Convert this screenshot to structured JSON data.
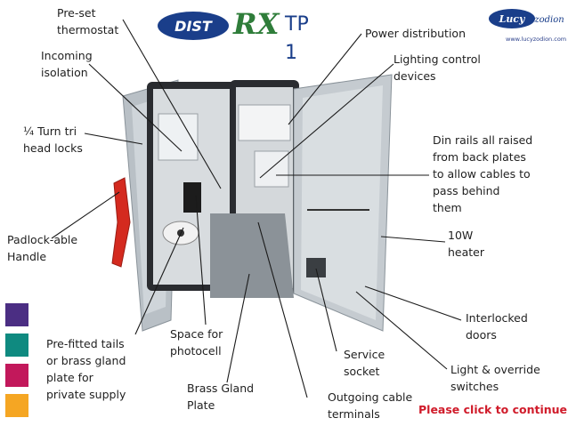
{
  "header": {
    "logo_dist": "DIST",
    "logo_rx": "RX",
    "logo_tp": "TP\n1",
    "brand_lucy": "Lucy",
    "brand_zodion": "zodion",
    "brand_url": "www.lucyzodion.com"
  },
  "labels": {
    "preset_thermostat": "Pre-set\nthermostat",
    "incoming_isolation": "Incoming\nisolation",
    "turn_tri_locks": "¼ Turn tri\nhead locks",
    "padlock_handle": "Padlock-able\nHandle",
    "pre_fitted_tails": "Pre-fitted tails\nor brass gland\nplate for\nprivate supply",
    "space_photocell": "Space for\nphotocell",
    "brass_gland": "Brass Gland\nPlate",
    "outgoing_cable": "Outgoing cable\nterminals",
    "service_socket": "Service\nsocket",
    "light_override": "Light & override\nswitches",
    "interlocked_doors": "Interlocked\ndoors",
    "heater": "10W\nheater",
    "din_rails": "Din rails all raised\nfrom back plates\nto allow cables to\npass behind\nthem",
    "lighting_control": "Lighting control\ndevices",
    "power_distribution": "Power distribution"
  },
  "swatches": [
    {
      "color": "#4b2e83"
    },
    {
      "color": "#0f8a80"
    },
    {
      "color": "#c2185b"
    },
    {
      "color": "#f5a623"
    }
  ],
  "cta": {
    "label": "Please click to continue"
  }
}
